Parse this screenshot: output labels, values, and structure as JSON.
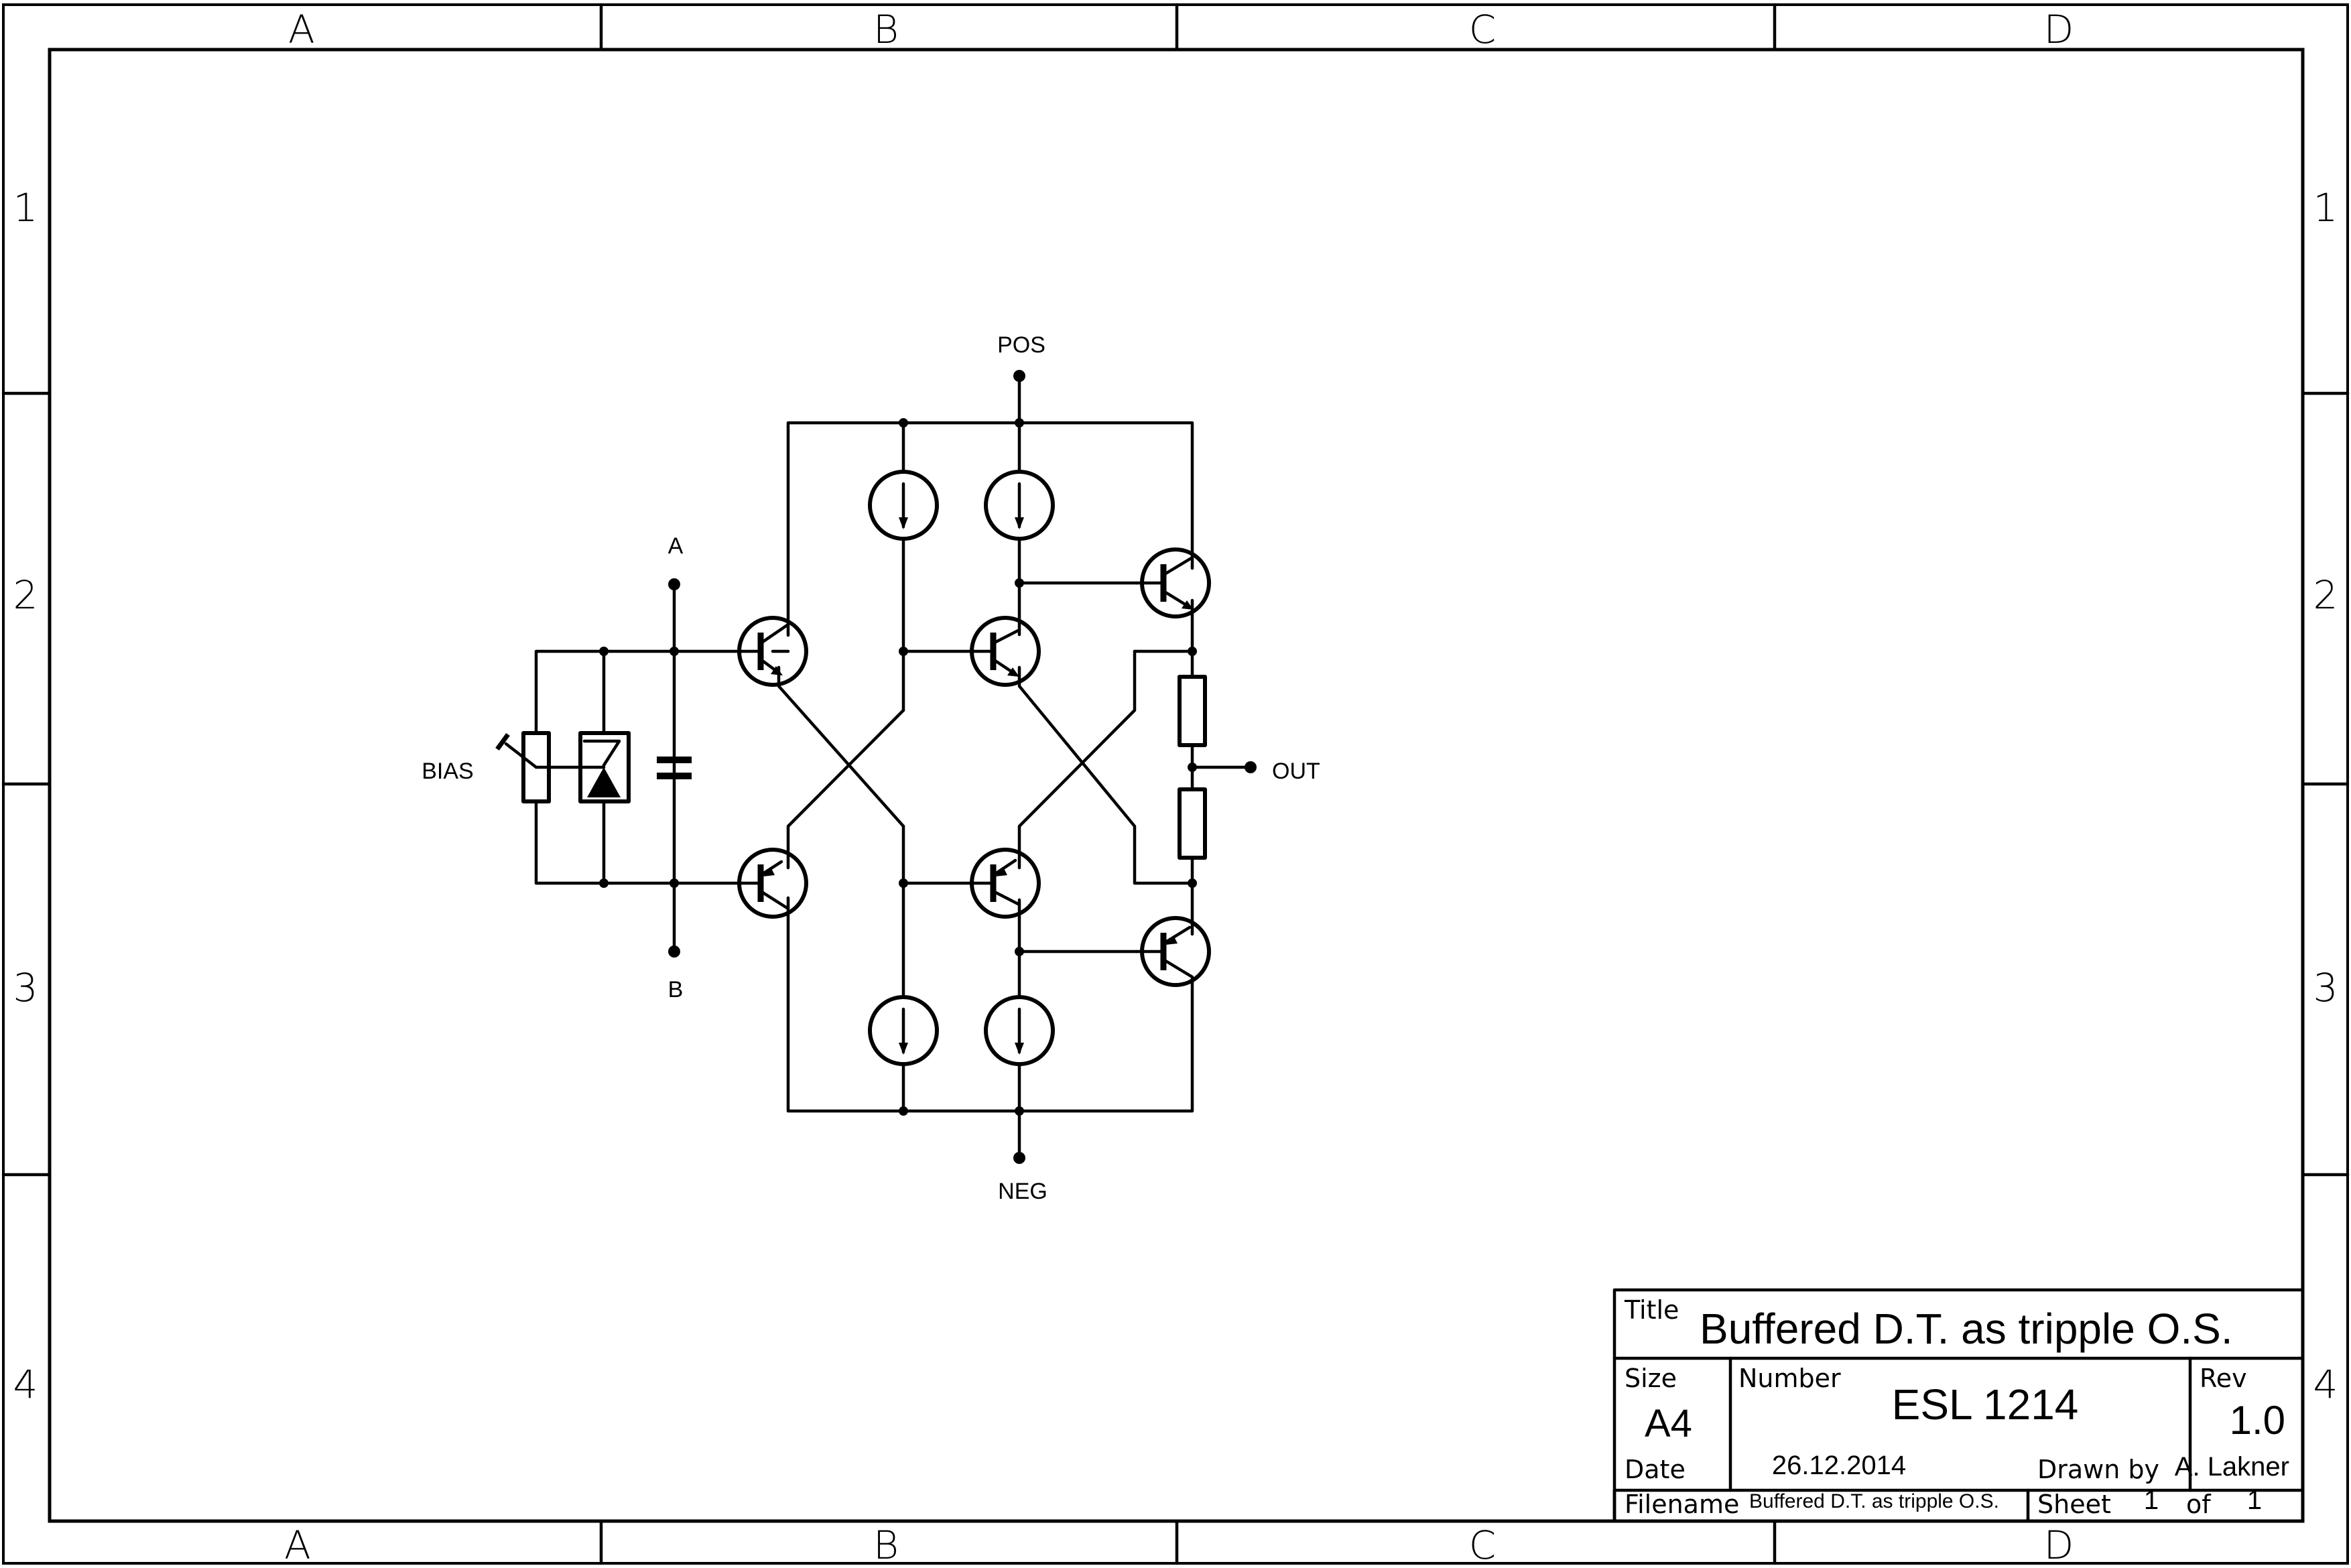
{
  "frame": {
    "columns": [
      "A",
      "B",
      "C",
      "D"
    ],
    "rows": [
      "1",
      "2",
      "3",
      "4"
    ]
  },
  "nets": {
    "pos": "POS",
    "neg": "NEG",
    "a": "A",
    "b": "B",
    "bias": "BIAS",
    "out": "OUT"
  },
  "title_block": {
    "title_label": "Title",
    "title": "Buffered D.T. as tripple O.S.",
    "size_label": "Size",
    "size": "A4",
    "number_label": "Number",
    "number": "ESL 1214",
    "rev_label": "Rev",
    "rev": "1.0",
    "date_label": "Date",
    "date": "26.12.2014",
    "drawn_by_label": "Drawn by",
    "drawn_by": "A. Lakner",
    "filename_label": "Filename",
    "filename": "Buffered D.T. as tripple O.S.",
    "sheet_label": "Sheet",
    "sheet": "1",
    "of_label": "of",
    "sheet_total": "1"
  },
  "colors": {
    "ink": "#000000",
    "paper": "#ffffff"
  }
}
